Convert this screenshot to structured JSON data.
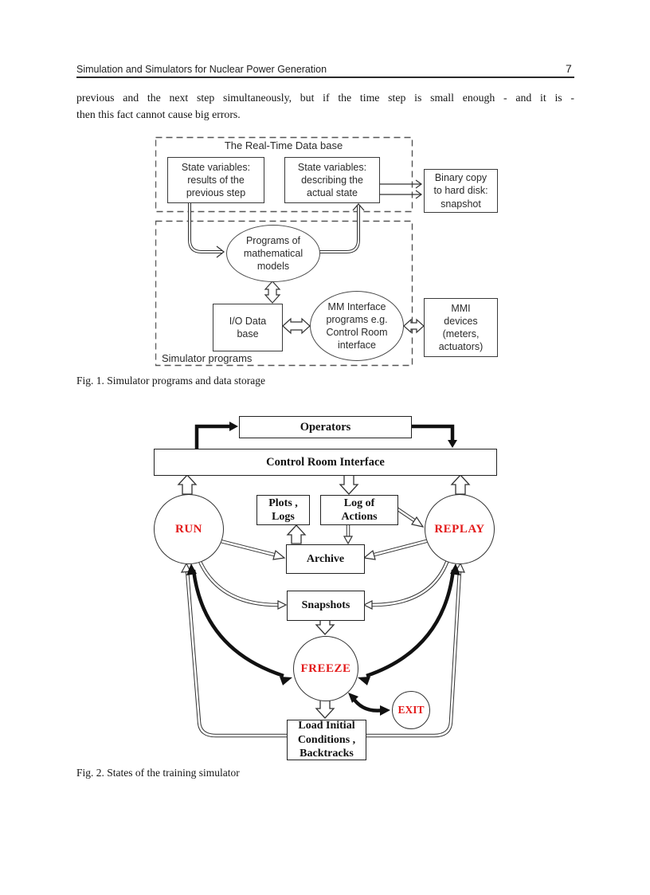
{
  "colors": {
    "state_label_red": "#e31b1b",
    "ink": "#1c1c1c"
  },
  "header": {
    "title": "Simulation and Simulators for Nuclear Power Generation",
    "page_number": "7"
  },
  "body": {
    "line1": "previous and the next step simultaneously, but if the time step is small enough - and it is -",
    "line2": "then this fact cannot cause big errors."
  },
  "fig1": {
    "caption": "Fig. 1. Simulator programs and data storage",
    "group_labels": {
      "realtime_db": "The Real-Time Data base",
      "simulator_programs": "Simulator programs"
    },
    "nodes": {
      "state_prev": "State variables:\nresults of the\nprevious step",
      "state_actual": "State variables:\ndescribing the\nactual state",
      "binary_copy": "Binary copy\nto hard disk:\nsnapshot",
      "math_models": "Programs of\nmathematical\nmodels",
      "io_db": "I/O Data\nbase",
      "mm_interface": "MM Interface\nprograms e.g.\nControl Room\ninterface",
      "mmi_devices": "MMI\ndevices\n(meters,\nactuators)"
    }
  },
  "fig2": {
    "caption": "Fig. 2. States of the training simulator",
    "nodes": {
      "operators": "Operators",
      "control_room_interface": "Control Room Interface",
      "plots_logs": "Plots ,\nLogs",
      "log_of_actions": "Log of\nActions",
      "archive": "Archive",
      "snapshots": "Snapshots",
      "load_initial": "Load Initial\nConditions ,\nBacktracks",
      "run": "RUN",
      "replay": "REPLAY",
      "freeze": "FREEZE",
      "exit": "EXIT"
    }
  }
}
